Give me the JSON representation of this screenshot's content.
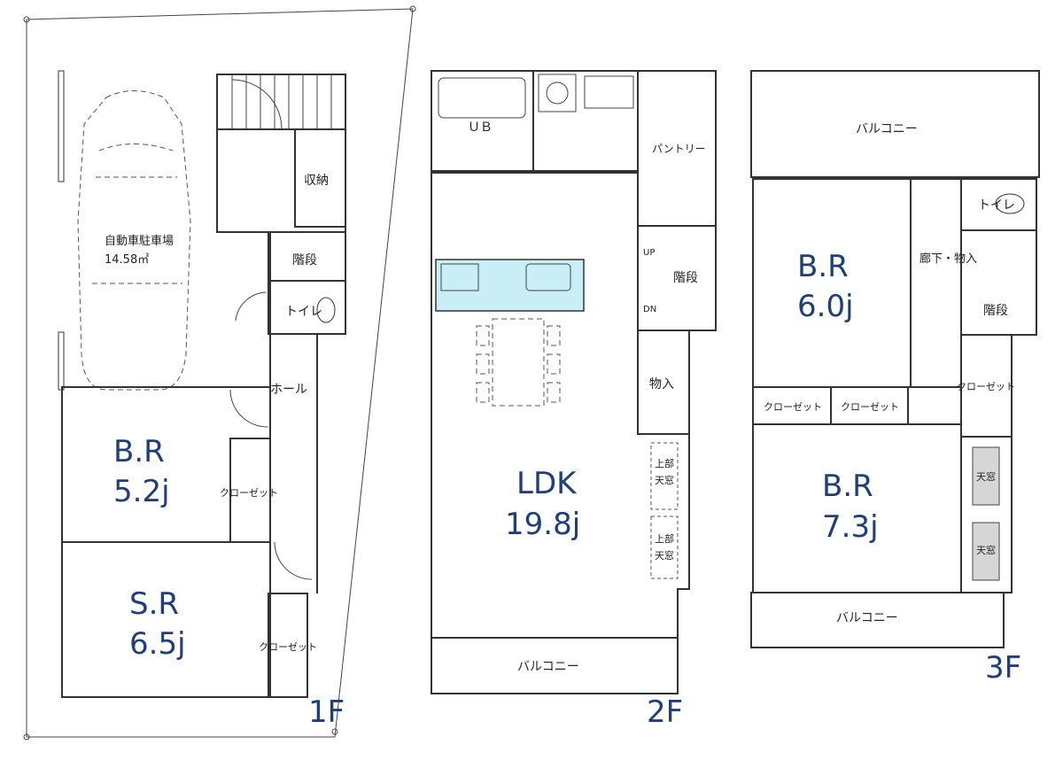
{
  "floors": {
    "f1": {
      "label": "1F",
      "parking": {
        "label": "自動車駐車場",
        "area": "14.58㎡"
      },
      "rooms": {
        "storage": "収納",
        "stairs": "階段",
        "toilet": "トイレ",
        "hall": "ホール",
        "closet_br": "クローゼット",
        "closet_sr": "クローゼット",
        "br_name": "B.R",
        "br_size": "5.2j",
        "sr_name": "S.R",
        "sr_size": "6.5j"
      }
    },
    "f2": {
      "label": "2F",
      "rooms": {
        "ub": "ＵＢ",
        "pantry": "パントリー",
        "up": "UP",
        "dn": "DN",
        "stairs": "階段",
        "closet": "物入",
        "ldk_name": "LDK",
        "ldk_size": "19.8j",
        "skylight1_a": "上部",
        "skylight1_b": "天窓",
        "skylight2_a": "上部",
        "skylight2_b": "天窓",
        "balcony": "バルコニー"
      }
    },
    "f3": {
      "label": "3F",
      "rooms": {
        "balcony_top": "バルコニー",
        "toilet": "トイレ",
        "hall_storage": "廊下・物入",
        "stairs": "階段",
        "br1_name": "B.R",
        "br1_size": "6.0j",
        "closet1": "クローゼット",
        "closet2": "クローゼット",
        "closet3": "クローゼット",
        "br2_name": "B.R",
        "br2_size": "7.3j",
        "skylight1": "天窓",
        "skylight2": "天窓",
        "balcony_bottom": "バルコニー"
      }
    }
  },
  "colors": {
    "bedroom": "#f7f8cc",
    "ldk": "#f8d4d6",
    "closet": "#d8f2cf",
    "wet": "#c9eef5",
    "balcony": "#d6d6d6",
    "label_blue": "#1f3f7a"
  }
}
